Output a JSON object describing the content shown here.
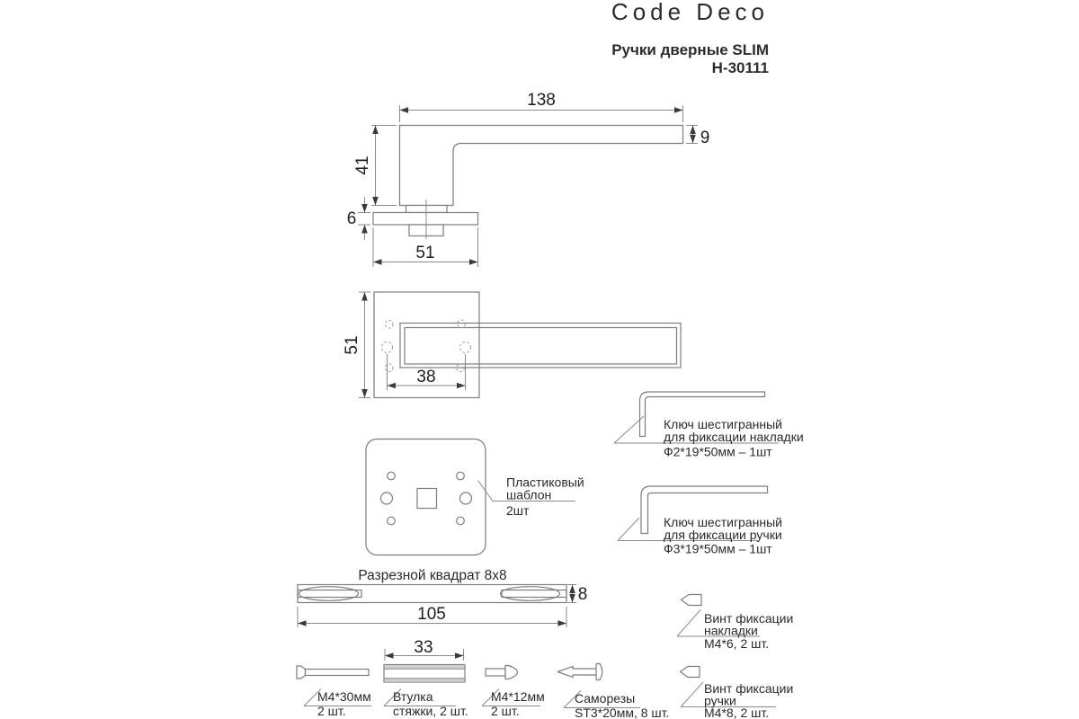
{
  "header": {
    "brand": "Code Deco",
    "product_line": "Ручки дверные SLIM",
    "model": "Н-30111"
  },
  "side_view": {
    "dim_lever_length": "138",
    "dim_lever_thickness": "9",
    "dim_neck_height": "41",
    "dim_rose_thickness": "6",
    "dim_rose_width": "51"
  },
  "plan_view": {
    "dim_rose_size": "51",
    "dim_hole_spacing": "38"
  },
  "template": {
    "label_line1": "Пластиковый",
    "label_line2": "шаблон",
    "qty": "2шт"
  },
  "spindle": {
    "title": "Разрезной квадрат 8х8",
    "dim_length": "105",
    "dim_size": "8"
  },
  "hex_key_plate": {
    "line1": "Ключ шестигранный",
    "line2": "для фиксации накладки",
    "spec": "Ф2*19*50мм – 1шт"
  },
  "hex_key_handle": {
    "line1": "Ключ шестигранный",
    "line2": "для фиксации ручки",
    "spec": "Ф3*19*50мм – 1шт"
  },
  "set_screw_plate": {
    "line1": "Винт фиксации",
    "line2": "накладки",
    "spec": "M4*6, 2 шт."
  },
  "set_screw_handle": {
    "line1": "Винт фиксации",
    "line2": "ручки",
    "spec": "M4*8, 2 шт."
  },
  "fasteners": {
    "bolt": {
      "name": "M4*30мм",
      "qty": "2 шт."
    },
    "sleeve": {
      "name": "Втулка",
      "qty": "стяжки, 2 шт.",
      "dim_length": "33"
    },
    "screw": {
      "name": "M4*12мм",
      "qty": "2 шт."
    },
    "self_tapping": {
      "name": "Саморезы",
      "qty": "ST3*20мм, 8 шт."
    }
  },
  "colors": {
    "background": "#ffffff",
    "line": "#7d7d7d",
    "text": "#1e1e1e",
    "dashed_line": "#9a9a9a"
  }
}
